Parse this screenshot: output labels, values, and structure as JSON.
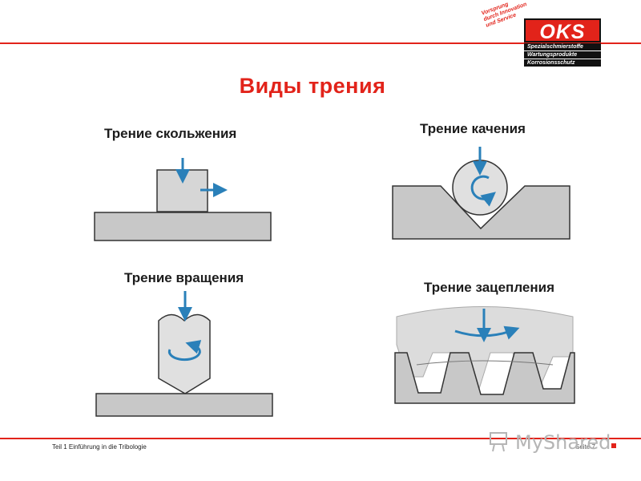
{
  "header": {
    "slogan_lines": [
      "Vorsprung",
      "durch Innovation",
      "und Service"
    ],
    "logo_text": "OKS",
    "logo_lines": [
      "Spezialschmierstoffe",
      "Wartungsprodukte",
      "Korrosionsschutz"
    ]
  },
  "title": "Виды трения",
  "sections": {
    "sliding": {
      "label": "Трение скольжения"
    },
    "rolling": {
      "label": "Трение качения"
    },
    "rotation": {
      "label": "Трение вращения"
    },
    "gearing": {
      "label": "Трение зацепления"
    }
  },
  "footer": {
    "text": "Teil 1 Einführung in die Tribologie",
    "page": "Seite 7"
  },
  "watermark": "MyShared",
  "colors": {
    "accent": "#e2231a",
    "arrow": "#2a80b9",
    "surface": "#c8c8c8",
    "outline": "#333333"
  },
  "icons": [
    "down-arrow-icon",
    "right-arrow-icon",
    "rotation-arrow-icon",
    "curved-arrow-icon"
  ]
}
